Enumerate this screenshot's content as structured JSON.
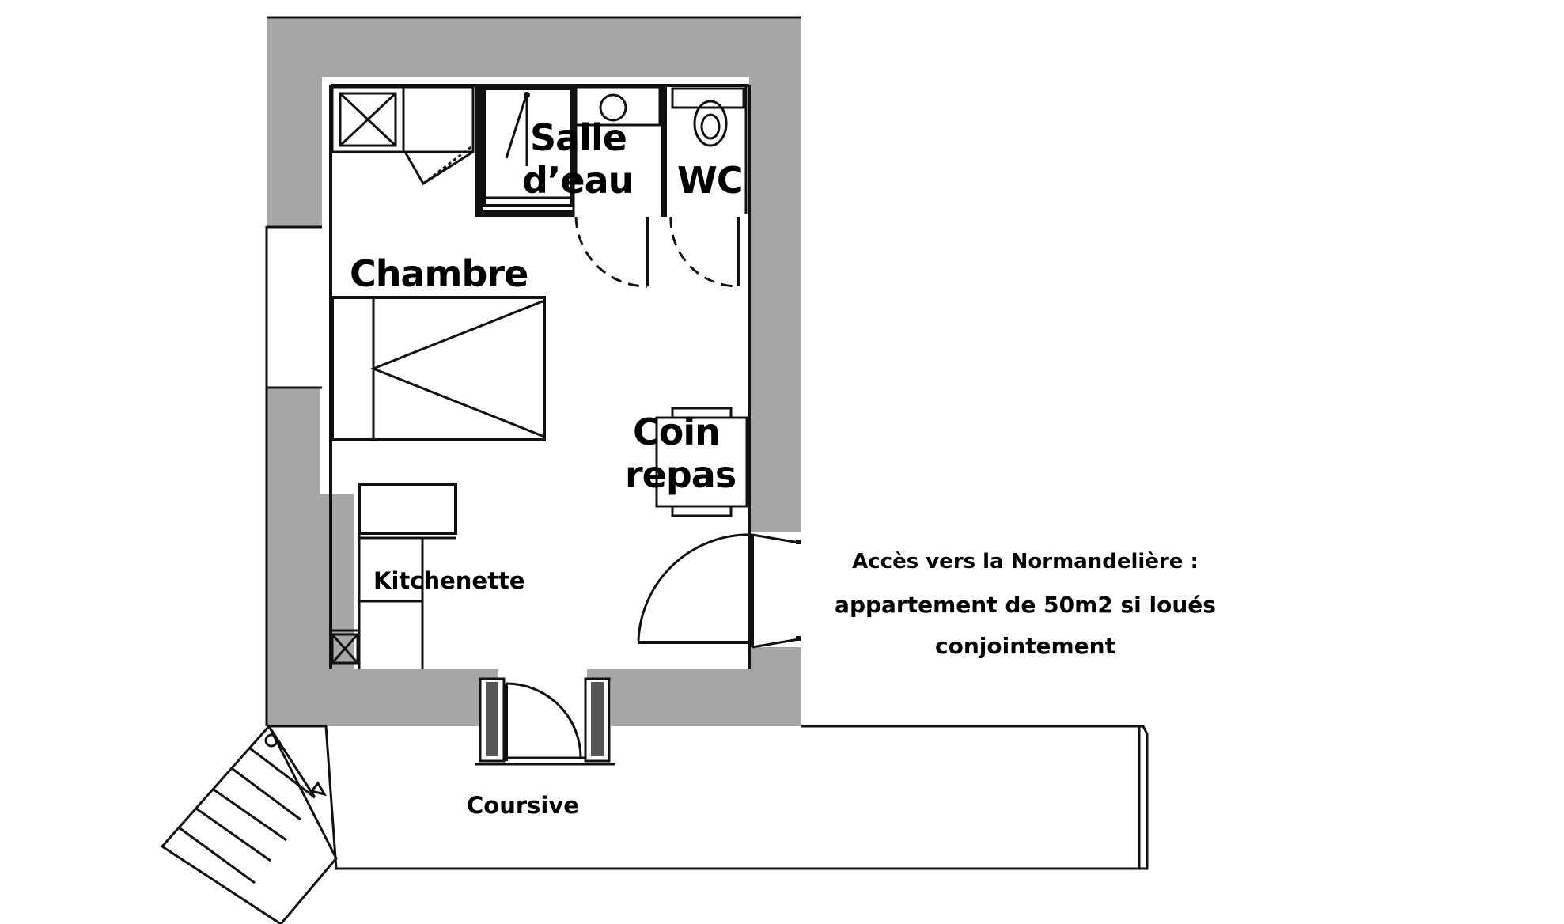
{
  "colors": {
    "wall": "#a6a6a6",
    "line": "#111111",
    "background": "#ffffff"
  },
  "rooms": {
    "salle_deau_line1": "Salle",
    "salle_deau_line2": "d’eau",
    "wc": "WC",
    "chambre": "Chambre",
    "coin_repas_line1": "Coin",
    "coin_repas_line2": "repas",
    "kitchenette": "Kitchenette",
    "coursive": "Coursive"
  },
  "note": {
    "line1": "Accès vers la Normandelière :",
    "line2": "appartement de 50m2 si loués",
    "line3": "conjointement"
  }
}
